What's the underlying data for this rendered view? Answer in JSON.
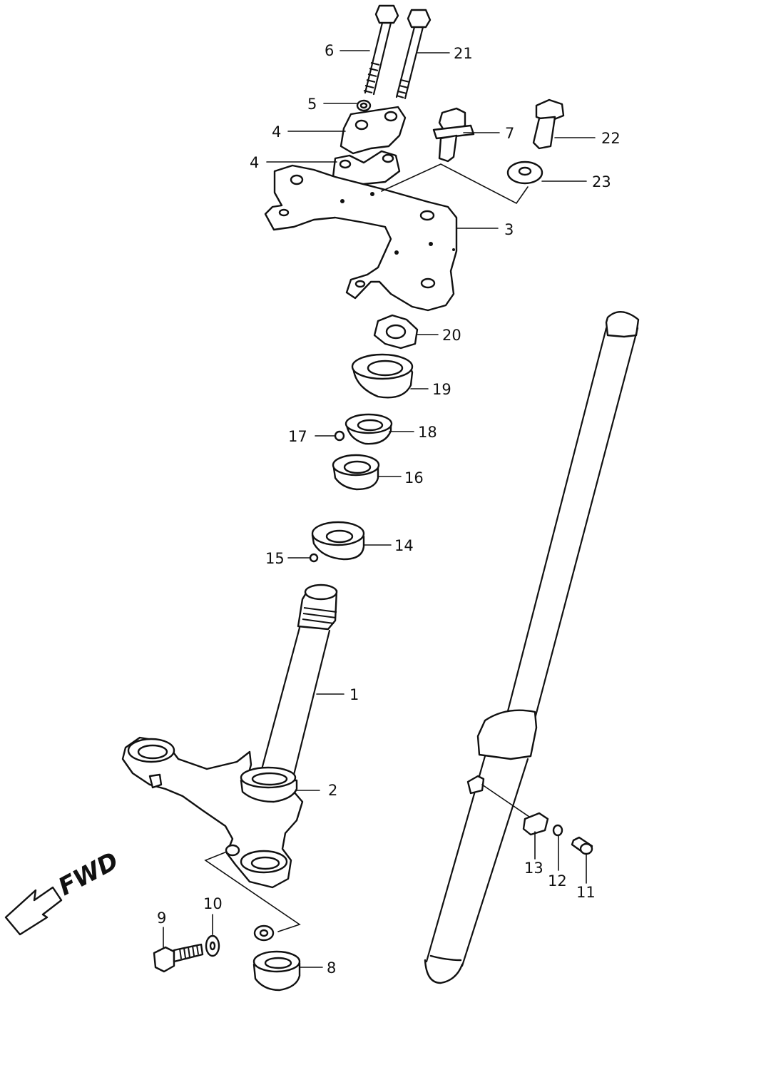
{
  "direction_label": "FWD",
  "callouts": [
    {
      "id": "1",
      "text": "1"
    },
    {
      "id": "2",
      "text": "2"
    },
    {
      "id": "3",
      "text": "3"
    },
    {
      "id": "4a",
      "text": "4"
    },
    {
      "id": "4b",
      "text": "4"
    },
    {
      "id": "5",
      "text": "5"
    },
    {
      "id": "6",
      "text": "6"
    },
    {
      "id": "7",
      "text": "7"
    },
    {
      "id": "8",
      "text": "8"
    },
    {
      "id": "9",
      "text": "9"
    },
    {
      "id": "10",
      "text": "10"
    },
    {
      "id": "11",
      "text": "11"
    },
    {
      "id": "12",
      "text": "12"
    },
    {
      "id": "13",
      "text": "13"
    },
    {
      "id": "14",
      "text": "14"
    },
    {
      "id": "15",
      "text": "15"
    },
    {
      "id": "16",
      "text": "16"
    },
    {
      "id": "17",
      "text": "17"
    },
    {
      "id": "18",
      "text": "18"
    },
    {
      "id": "19",
      "text": "19"
    },
    {
      "id": "20",
      "text": "20"
    },
    {
      "id": "21",
      "text": "21"
    },
    {
      "id": "22",
      "text": "22"
    },
    {
      "id": "23",
      "text": "23"
    }
  ]
}
